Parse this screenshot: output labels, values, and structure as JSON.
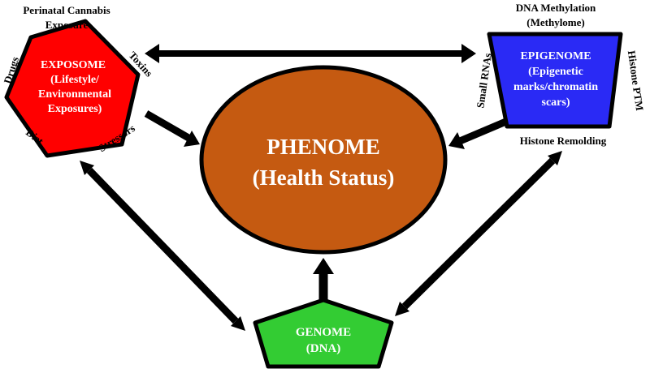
{
  "colors": {
    "background": "#ffffff",
    "exposome_fill": "#ff0000",
    "epigenome_fill": "#2a2af5",
    "phenome_fill": "#c55a11",
    "genome_fill": "#33cc33",
    "outline": "#000000",
    "arrow": "#000000",
    "node_text": "#ffffff"
  },
  "exposome": {
    "title": "EXPOSOME",
    "line2": "(Lifestyle/",
    "line3": "Environmental",
    "line4": "Exposures)",
    "top_label_line1": "Perinatal Cannabis",
    "top_label_line2": "Exposure",
    "side_drugs": "Drugs",
    "side_toxins": "Toxins",
    "side_diet": "Diet",
    "side_stressors": "Stressors"
  },
  "epigenome": {
    "title": "EPIGENOME",
    "line2": "(Epigenetic",
    "line3": "marks/chromatin",
    "line4": "scars)",
    "top_label_line1": "DNA Methylation",
    "top_label_line2": "(Methylome)",
    "side_small_rnas": "Small RNAs",
    "side_histone_ptm": "Histone PTM",
    "bottom_label": "Histone Remolding"
  },
  "phenome": {
    "title": "PHENOME",
    "subtitle": "(Health Status)"
  },
  "genome": {
    "title": "GENOME",
    "subtitle": "(DNA)"
  }
}
